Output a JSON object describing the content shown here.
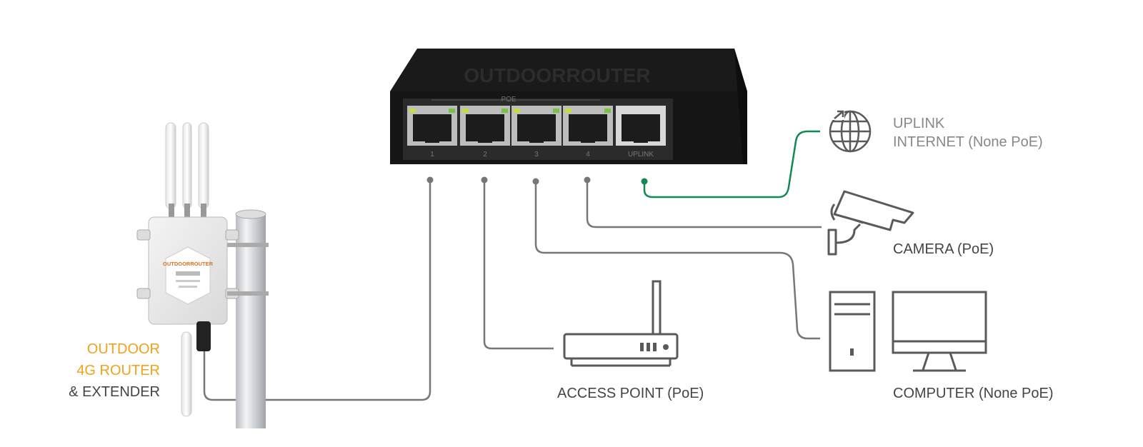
{
  "switch": {
    "brand": "OUTDOORROUTER",
    "poe_label": "POE",
    "ports": [
      "1",
      "2",
      "3",
      "4",
      "UPLINK"
    ]
  },
  "router_device": {
    "badge_text": "OUTDOORROUTER"
  },
  "labels": {
    "router_line1": "OUTDOOR",
    "router_line2": "4G ROUTER",
    "router_line3": "& EXTENDER",
    "uplink_line1": "UPLINK",
    "uplink_line2": "INTERNET (None PoE)",
    "camera": "CAMERA (PoE)",
    "access_point": "ACCESS POINT (PoE)",
    "computer": "COMPUTER (None PoE)"
  },
  "colors": {
    "uplink_cable": "#0f8a55",
    "cable": "#777777",
    "router_text": "#f0a21b",
    "icon_stroke": "#5a5a5a"
  },
  "icons": [
    "globe-icon",
    "camera-icon",
    "access-point-icon",
    "computer-tower-icon",
    "monitor-icon"
  ]
}
